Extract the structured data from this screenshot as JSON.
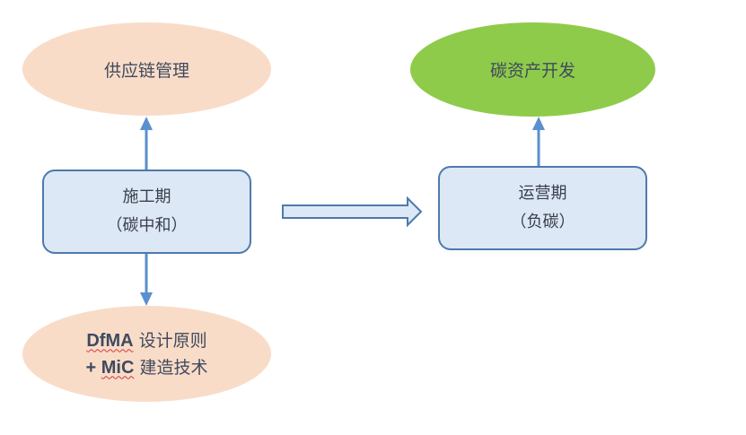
{
  "nodes": {
    "supply_chain": {
      "label": "供应链管理"
    },
    "carbon_asset": {
      "label": "碳资产开发"
    },
    "construction": {
      "title": "施工期",
      "subtitle": "（碳中和）"
    },
    "operation": {
      "title": "运营期",
      "subtitle": "（负碳）"
    },
    "dfma": {
      "line1_latin": "DfMA",
      "line1_text": " 设计原则",
      "line2_prefix": "+ ",
      "line2_latin": "MiC",
      "line2_text": " 建造技术"
    }
  },
  "colors": {
    "peach": "#f9dcc8",
    "green": "#8fcb4a",
    "box_fill": "#dce8f6",
    "box_border": "#4f79ab",
    "arrow": "#5b8fcf"
  }
}
